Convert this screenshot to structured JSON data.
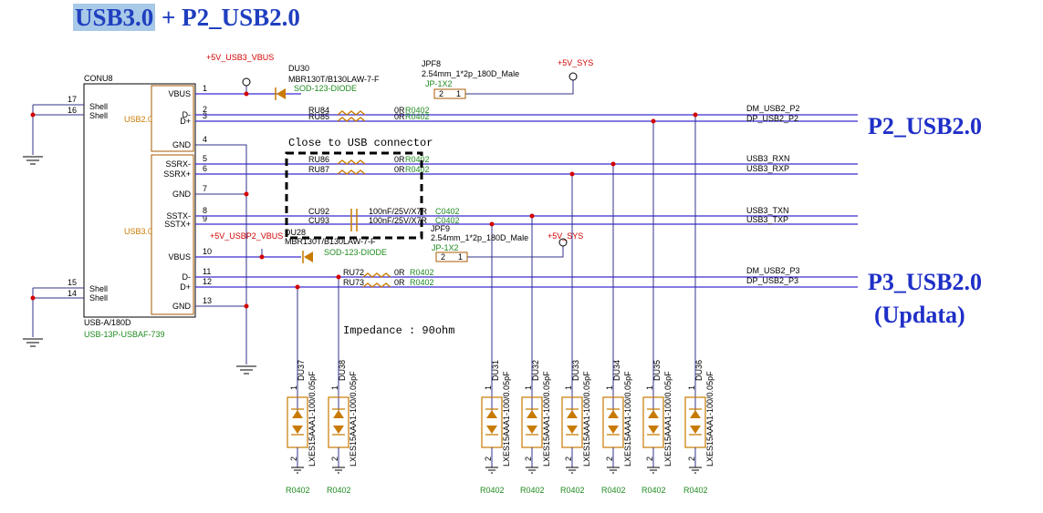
{
  "title": {
    "part1": "USB3.0",
    "part2": " + P2_USB2.0"
  },
  "ports": {
    "p2": "P2_USB2.0",
    "p3_line1": "P3_USB2.0",
    "p3_line2": "(Updata)"
  },
  "connector": {
    "ref": "CONU8",
    "footprint1": "USB-A/180D",
    "footprint2": "USB-13P-USBAF-739",
    "section_usb2": "USB2.0",
    "section_usb3": "USB3.0",
    "shell": "Shell",
    "shell_pins_top": [
      "17",
      "16"
    ],
    "shell_pins_bottom": [
      "15",
      "14"
    ],
    "pins": [
      {
        "num": "1",
        "name": "VBUS"
      },
      {
        "num": "2",
        "name": "D-"
      },
      {
        "num": "3",
        "name": "D+"
      },
      {
        "num": "4",
        "name": "GND"
      },
      {
        "num": "5",
        "name": "SSRX-"
      },
      {
        "num": "6",
        "name": "SSRX+"
      },
      {
        "num": "7",
        "name": "GND"
      },
      {
        "num": "8",
        "name": "SSTX-"
      },
      {
        "num": "9",
        "name": "SSTX+"
      },
      {
        "num": "10",
        "name": "VBUS"
      },
      {
        "num": "11",
        "name": "D-"
      },
      {
        "num": "12",
        "name": "D+"
      },
      {
        "num": "13",
        "name": "GND"
      }
    ]
  },
  "power": {
    "usb3_vbus": "+5V_USB3_VBUS",
    "usbp2_vbus": "+5V_USBP2_VBUS",
    "sys1": "+5V_SYS",
    "sys2": "+5V_SYS"
  },
  "diodes": [
    {
      "ref": "DU30",
      "part": "MBR130T/B130LAW-7-F",
      "pkg": "SOD-123-DIODE"
    },
    {
      "ref": "DU28",
      "part": "MBR130T/B130LAW-7-F",
      "pkg": "SOD-123-DIODE"
    }
  ],
  "jumpers": [
    {
      "ref": "JPF8",
      "desc": "2.54mm_1*2p_180D_Male",
      "pkg": "JP-1X2",
      "pin2": "2",
      "pin1": "1"
    },
    {
      "ref": "JPF9",
      "desc": "2.54mm_1*2p_180D_Male",
      "pkg": "JP-1X2",
      "pin2": "2",
      "pin1": "1"
    }
  ],
  "resistors": [
    {
      "ref": "RU84",
      "val": "0R",
      "pkg": "R0402"
    },
    {
      "ref": "RU85",
      "val": "0R",
      "pkg": "R0402"
    },
    {
      "ref": "RU86",
      "val": "0R",
      "pkg": "R0402"
    },
    {
      "ref": "RU87",
      "val": "0R",
      "pkg": "R0402"
    },
    {
      "ref": "RU72",
      "val": "0R",
      "pkg": "R0402"
    },
    {
      "ref": "RU73",
      "val": "0R",
      "pkg": "R0402"
    }
  ],
  "capacitors": [
    {
      "ref": "CU92",
      "val": "100nF/25V/X7R",
      "pkg": "C0402"
    },
    {
      "ref": "CU93",
      "val": "100nF/25V/X7R",
      "pkg": "C0402"
    }
  ],
  "nets": {
    "dm_p2": "DM_USB2_P2",
    "dp_p2": "DP_USB2_P2",
    "rxn": "USB3_RXN",
    "rxp": "USB3_RXP",
    "txn": "USB3_TXN",
    "txp": "USB3_TXP",
    "dm_p3": "DM_USB2_P3",
    "dp_p3": "DP_USB2_P3"
  },
  "notes": {
    "close": "Close to USB connector",
    "impedance": "Impedance : 90ohm"
  },
  "tvs": {
    "part": "LXES15AAA1-100/0.05pF",
    "pkg": "R0402",
    "pin1": "1",
    "pin2": "2",
    "refs": [
      "DU37",
      "DU38",
      "DU31",
      "DU32",
      "DU33",
      "DU34",
      "DU35",
      "DU36"
    ]
  },
  "colors": {
    "title": "#1f3fbf",
    "port": "#1f2fc7",
    "wire": "#33338c",
    "bus": "#3a2bd0",
    "part_text": "#c87a00",
    "pkg_text": "#1f8a1f",
    "power_text": "#d40000"
  }
}
